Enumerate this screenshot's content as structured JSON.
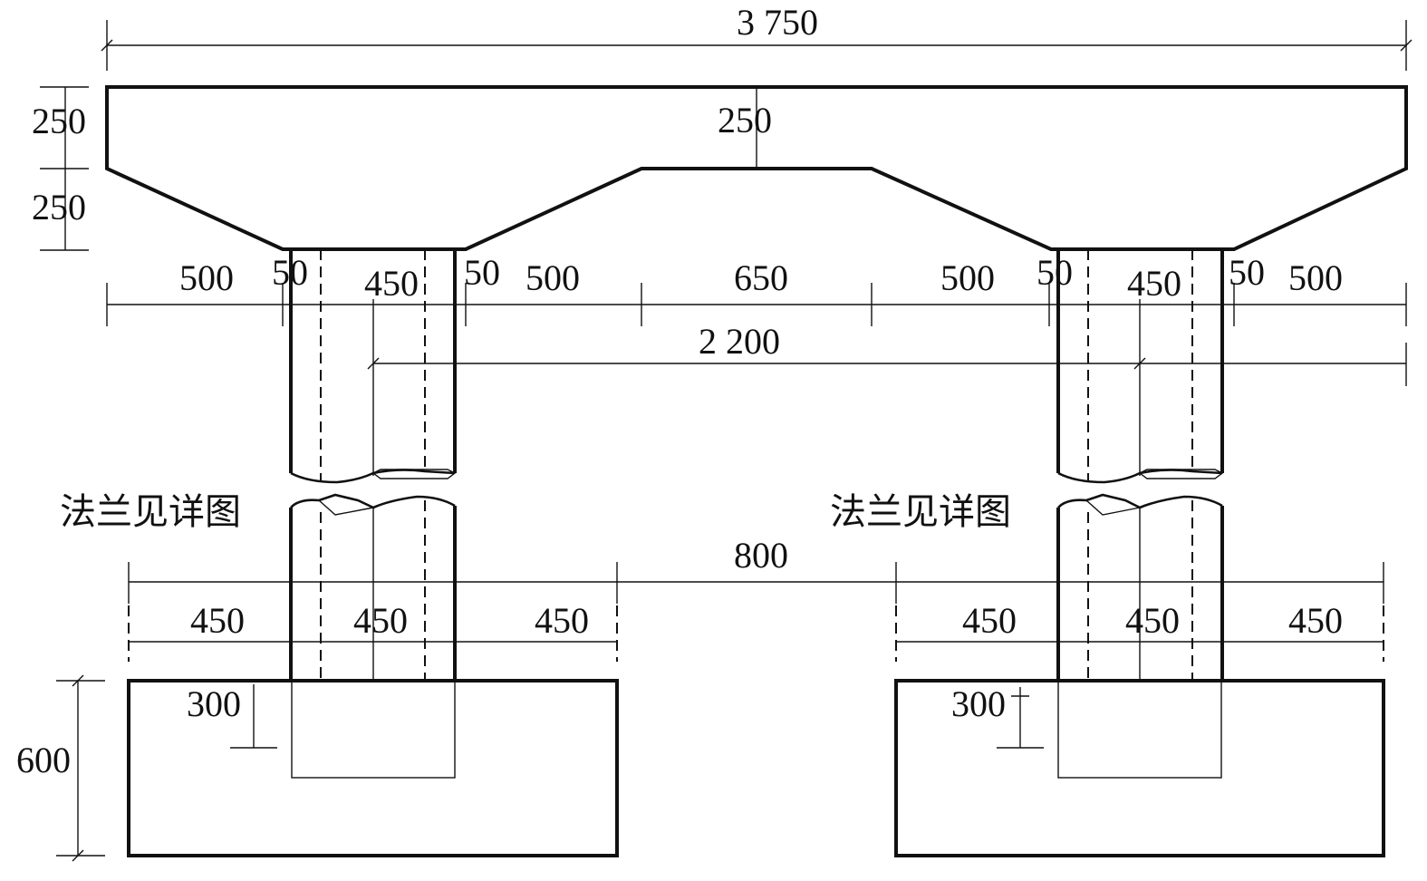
{
  "dimensions": {
    "total_width": "3 750",
    "cap_left_top_height": "250",
    "cap_left_bottom_height": "250",
    "cap_mid_height": "250",
    "top_left_outer": "500",
    "top_left_gap": "50",
    "top_left_column": "450",
    "top_left_gap2": "50",
    "top_left_slope": "500",
    "top_middle": "650",
    "top_right_slope": "500",
    "top_right_gap": "50",
    "top_right_column": "450",
    "top_right_gap2": "50",
    "top_right_outer": "500",
    "column_spacing": "2 200",
    "footing_spacing": "800",
    "foot_left_a": "450",
    "foot_left_b": "450",
    "foot_left_c": "450",
    "foot_right_a": "450",
    "foot_right_b": "450",
    "foot_right_c": "450",
    "footing_height": "600",
    "embed_left": "300",
    "embed_right": "300"
  },
  "labels": {
    "flange_left": "法兰见详图",
    "flange_right": "法兰见详图"
  }
}
